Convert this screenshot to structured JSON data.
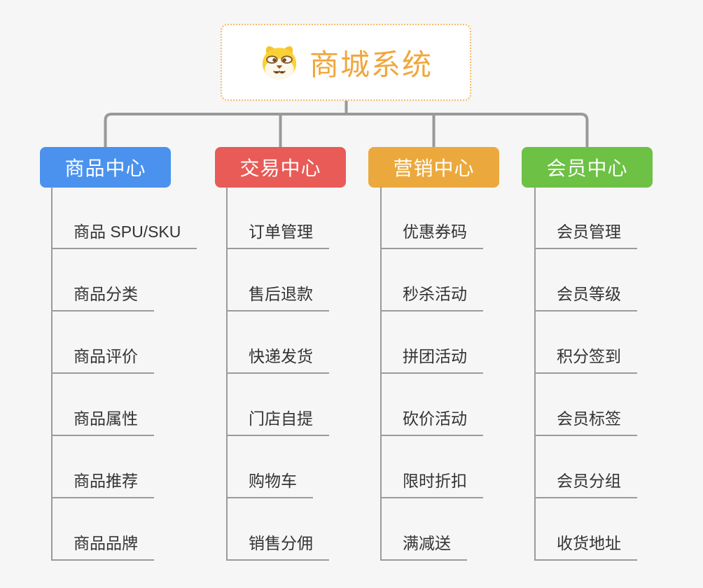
{
  "page": {
    "background": "#f6f6f6",
    "connector_color": "#999999",
    "leaf_line_color": "#9b9b9b",
    "leaf_text_color": "#333333"
  },
  "root": {
    "title": "商城系统",
    "title_color": "#f0a73e",
    "border_color": "#f3bb6b",
    "icon": "doge-icon"
  },
  "branches": [
    {
      "label": "商品中心",
      "color": "#4a92ee",
      "children": [
        "商品 SPU/SKU",
        "商品分类",
        "商品评价",
        "商品属性",
        "商品推荐",
        "商品品牌"
      ]
    },
    {
      "label": "交易中心",
      "color": "#e85b57",
      "children": [
        "订单管理",
        "售后退款",
        "快递发货",
        "门店自提",
        "购物车",
        "销售分佣"
      ]
    },
    {
      "label": "营销中心",
      "color": "#eba93d",
      "children": [
        "优惠券码",
        "秒杀活动",
        "拼团活动",
        "砍价活动",
        "限时折扣",
        "满减送"
      ]
    },
    {
      "label": "会员中心",
      "color": "#6dc144",
      "children": [
        "会员管理",
        "会员等级",
        "积分签到",
        "会员标签",
        "会员分组",
        "收货地址"
      ]
    }
  ]
}
